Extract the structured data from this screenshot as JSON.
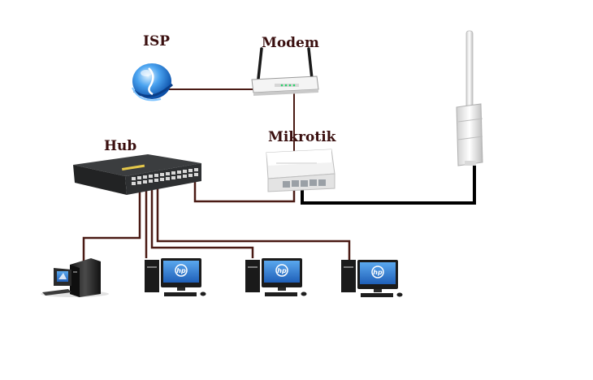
{
  "labels": {
    "isp": "ISP",
    "modem": "Modem",
    "mikrotik": "Mikrotik",
    "hub": "Hub"
  },
  "colors": {
    "lan_cable": "#4a1a14",
    "antenna_cable": "#000000",
    "label_text": "#3a0f0f",
    "globe": "#1a6fd1",
    "screen": "#2f7fd3"
  },
  "icons": {
    "isp": "globe-icon",
    "modem": "router-icon",
    "mikrotik": "routerboard-icon",
    "hub": "switch-icon",
    "antenna": "outdoor-antenna-icon",
    "pcs": [
      "desktop-computer-icon",
      "hp-computer-icon",
      "hp-computer-icon",
      "hp-computer-icon"
    ]
  }
}
